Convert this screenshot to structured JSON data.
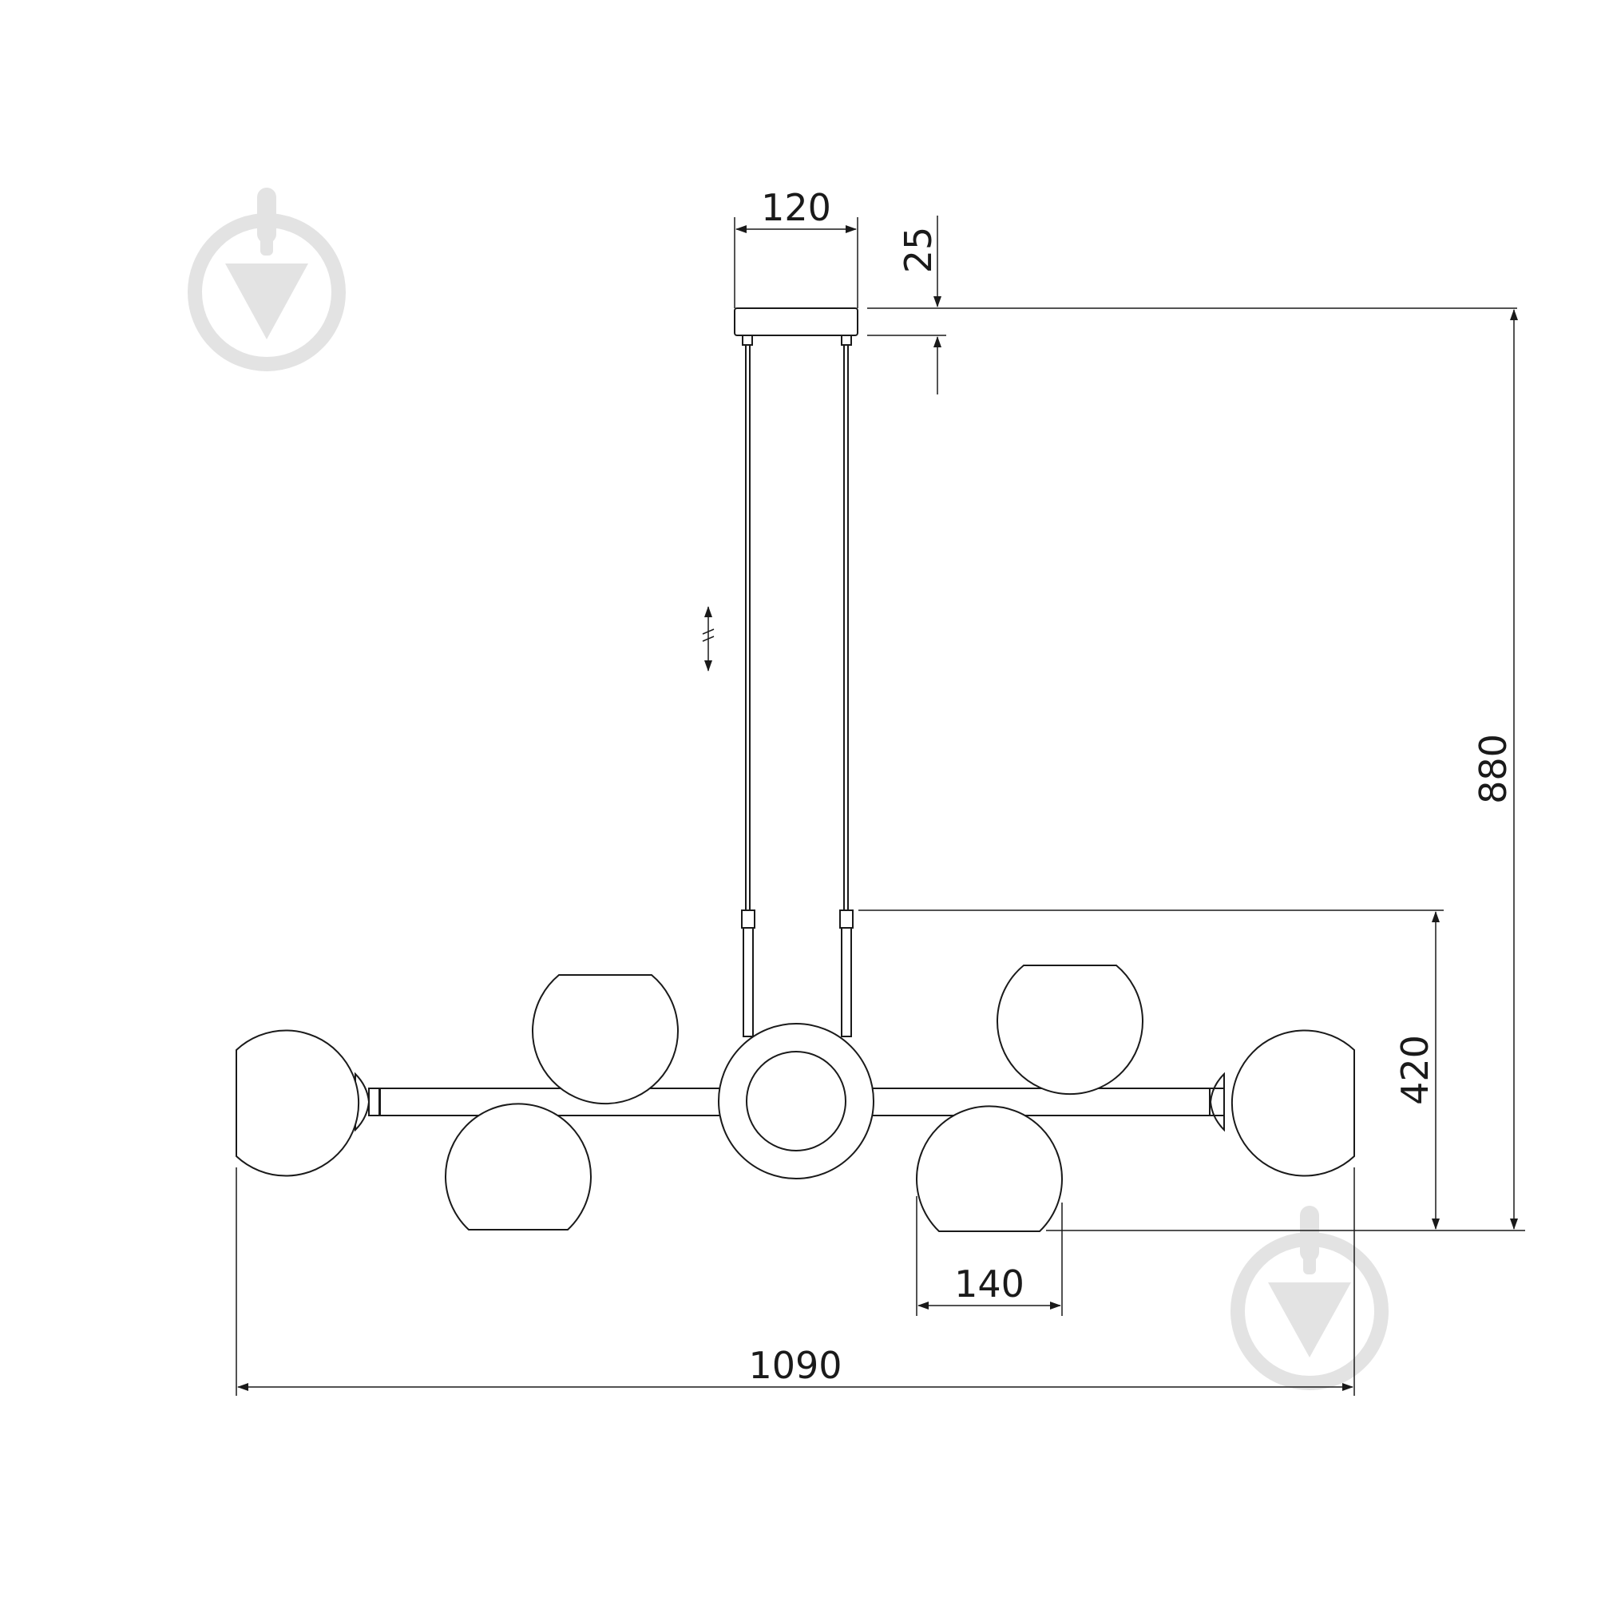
{
  "dimensions": {
    "canopy_width": "120",
    "canopy_height": "25",
    "total_height": "880",
    "body_height": "420",
    "shade_diameter": "140",
    "total_width": "1090"
  },
  "icons": {
    "watermark": "brand-watermark-icon",
    "adjustable_length": "adjustable-length-icon"
  }
}
